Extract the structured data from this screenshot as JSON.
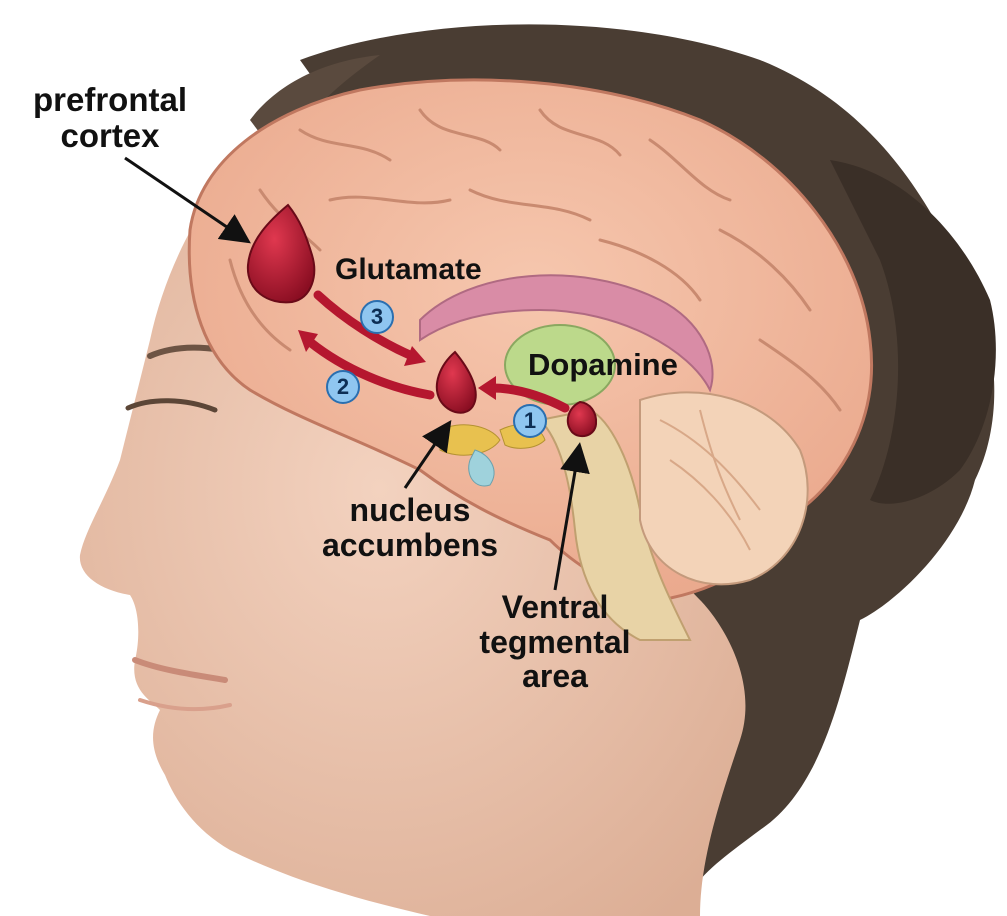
{
  "labels": {
    "prefrontal_cortex": [
      "prefrontal",
      "cortex"
    ],
    "glutamate": "Glutamate",
    "dopamine": "Dopamine",
    "nucleus_accumbens": [
      "nucleus",
      "accumbens"
    ],
    "ventral_tegmental_area": [
      "Ventral",
      "tegmental",
      "area"
    ]
  },
  "steps": [
    "1",
    "2",
    "3"
  ],
  "colors": {
    "pathway": "#b5172f",
    "badge_fill": "#8fc6f0",
    "badge_border": "#2a6fb0",
    "cortex": "#f0b59a",
    "skin": "#ecc3ad",
    "hair": "#4a3d33"
  }
}
